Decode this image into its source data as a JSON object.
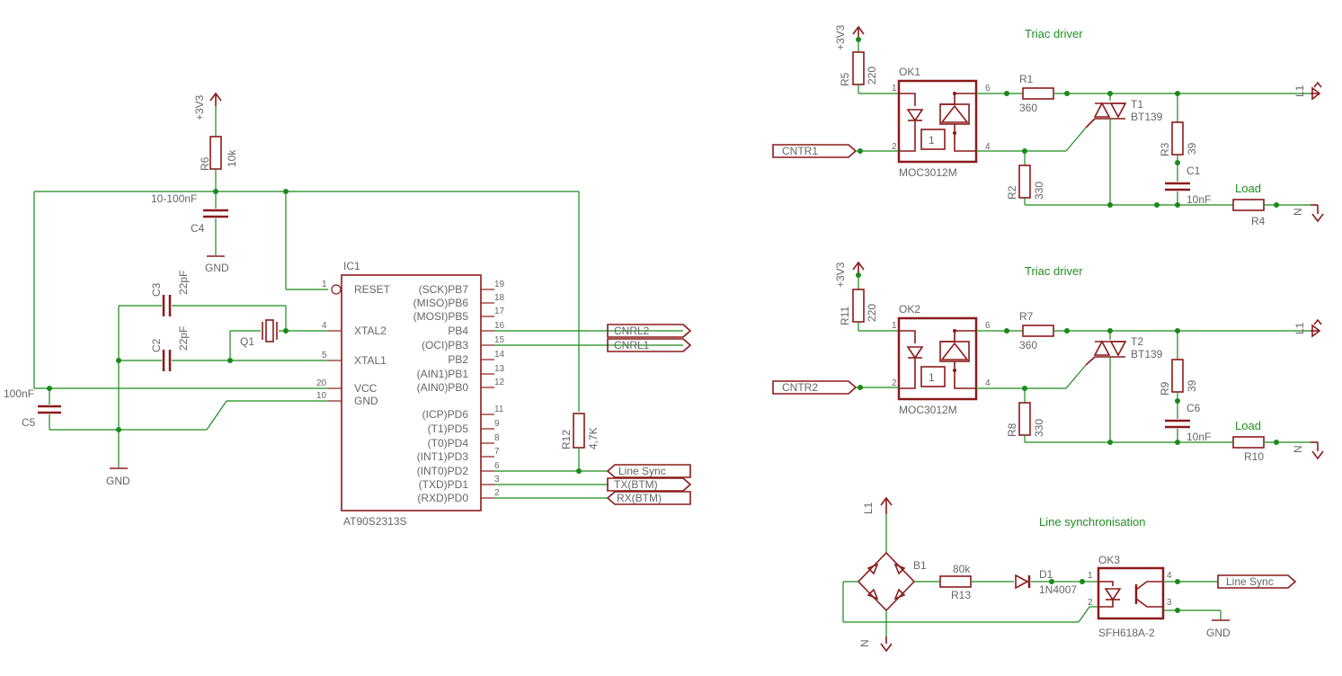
{
  "colors": {
    "wire": "#1a8a1a",
    "component": "#8b1a1a",
    "text": "#666666",
    "title": "#1f8f1f"
  },
  "titles": {
    "triac1": "Triac driver",
    "triac2": "Triac driver",
    "linesync": "Line synchronisation"
  },
  "power": {
    "v33": "+3V3",
    "gnd": "GND",
    "l1": "L1",
    "n": "N"
  },
  "mcu": {
    "ref": "IC1",
    "part": "AT90S2313S",
    "left_pins": [
      {
        "num": "1",
        "name": "RESET"
      },
      {
        "num": "4",
        "name": "XTAL2"
      },
      {
        "num": "5",
        "name": "XTAL1"
      },
      {
        "num": "20",
        "name": "VCC"
      },
      {
        "num": "10",
        "name": "GND"
      }
    ],
    "right_pins": [
      {
        "num": "19",
        "name": "(SCK)PB7"
      },
      {
        "num": "18",
        "name": "(MISO)PB6"
      },
      {
        "num": "17",
        "name": "(MOSI)PB5"
      },
      {
        "num": "16",
        "name": "PB4"
      },
      {
        "num": "15",
        "name": "(OCI)PB3"
      },
      {
        "num": "14",
        "name": "PB2"
      },
      {
        "num": "13",
        "name": "(AIN1)PB1"
      },
      {
        "num": "12",
        "name": "(AIN0)PB0"
      },
      {
        "num": "11",
        "name": "(ICP)PD6"
      },
      {
        "num": "9",
        "name": "(T1)PD5"
      },
      {
        "num": "8",
        "name": "(T0)PD4"
      },
      {
        "num": "7",
        "name": "(INT1)PD3"
      },
      {
        "num": "6",
        "name": "(INT0)PD2"
      },
      {
        "num": "3",
        "name": "(TXD)PD1"
      },
      {
        "num": "2",
        "name": "(RXD)PD0"
      }
    ]
  },
  "left_parts": {
    "r6": {
      "ref": "R6",
      "value": "10k"
    },
    "c4": {
      "ref": "C4",
      "value": "10-100nF"
    },
    "c3": {
      "ref": "C3",
      "value": "22pF"
    },
    "c2": {
      "ref": "C2",
      "value": "22pF"
    },
    "q1": {
      "ref": "Q1"
    },
    "c5": {
      "ref": "C5",
      "value": "100nF"
    },
    "r12": {
      "ref": "R12",
      "value": "4,7K"
    }
  },
  "net_labels": {
    "cnrl2": "CNRL2",
    "cnrl1": "CNRL1",
    "linesync": "Line Sync",
    "tx": "TX(BTM)",
    "rx": "RX(BTM)",
    "cntr1": "CNTR1",
    "cntr2": "CNTR2"
  },
  "triac_channels": [
    {
      "r_led": {
        "ref": "R5",
        "value": "220"
      },
      "opto": {
        "ref": "OK1",
        "part": "MOC3012M"
      },
      "r_gate": {
        "ref": "R1",
        "value": "360"
      },
      "triac": {
        "ref": "T1",
        "part": "BT139"
      },
      "r_bias": {
        "ref": "R2",
        "value": "330"
      },
      "r_snub": {
        "ref": "R3",
        "value": "39"
      },
      "c_snub": {
        "ref": "C1",
        "value": "10nF"
      },
      "load_label": "Load",
      "r_load": {
        "ref": "R4"
      },
      "pins": {
        "p1": "1",
        "p2": "2",
        "p4": "4",
        "p6": "6"
      }
    },
    {
      "r_led": {
        "ref": "R11",
        "value": "220"
      },
      "opto": {
        "ref": "OK2",
        "part": "MOC3012M"
      },
      "r_gate": {
        "ref": "R7",
        "value": "360"
      },
      "triac": {
        "ref": "T2",
        "part": "BT139"
      },
      "r_bias": {
        "ref": "R8",
        "value": "330"
      },
      "r_snub": {
        "ref": "R9",
        "value": "39"
      },
      "c_snub": {
        "ref": "C6",
        "value": "10nF"
      },
      "load_label": "Load",
      "r_load": {
        "ref": "R10"
      },
      "pins": {
        "p1": "1",
        "p2": "2",
        "p4": "4",
        "p6": "6"
      }
    }
  ],
  "sync": {
    "bridge": {
      "ref": "B1"
    },
    "r13": {
      "ref": "R13",
      "value": "80k"
    },
    "d1": {
      "ref": "D1",
      "part": "1N4007"
    },
    "opto": {
      "ref": "OK3",
      "part": "SFH618A-2",
      "pins": {
        "p1": "1",
        "p2": "2",
        "p3": "3",
        "p4": "4"
      }
    }
  }
}
